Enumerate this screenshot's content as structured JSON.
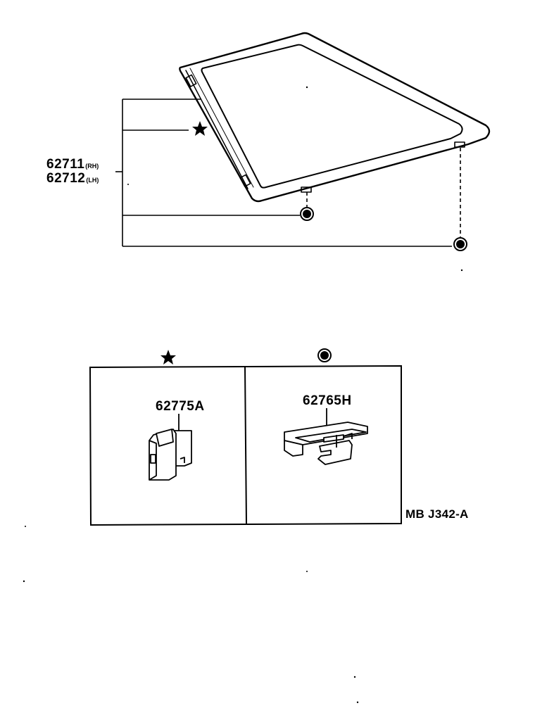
{
  "parts": {
    "glass_rh": {
      "number": "62711",
      "side": "(RH)"
    },
    "glass_lh": {
      "number": "62712",
      "side": "(LH)"
    },
    "clip_star": {
      "number": "62775A"
    },
    "clip_circle": {
      "number": "62765H"
    }
  },
  "symbols": {
    "star": "★",
    "circle_dot": "◉"
  },
  "reference_code": "MB J342-A",
  "colors": {
    "ink": "#000000",
    "paper": "#ffffff"
  }
}
